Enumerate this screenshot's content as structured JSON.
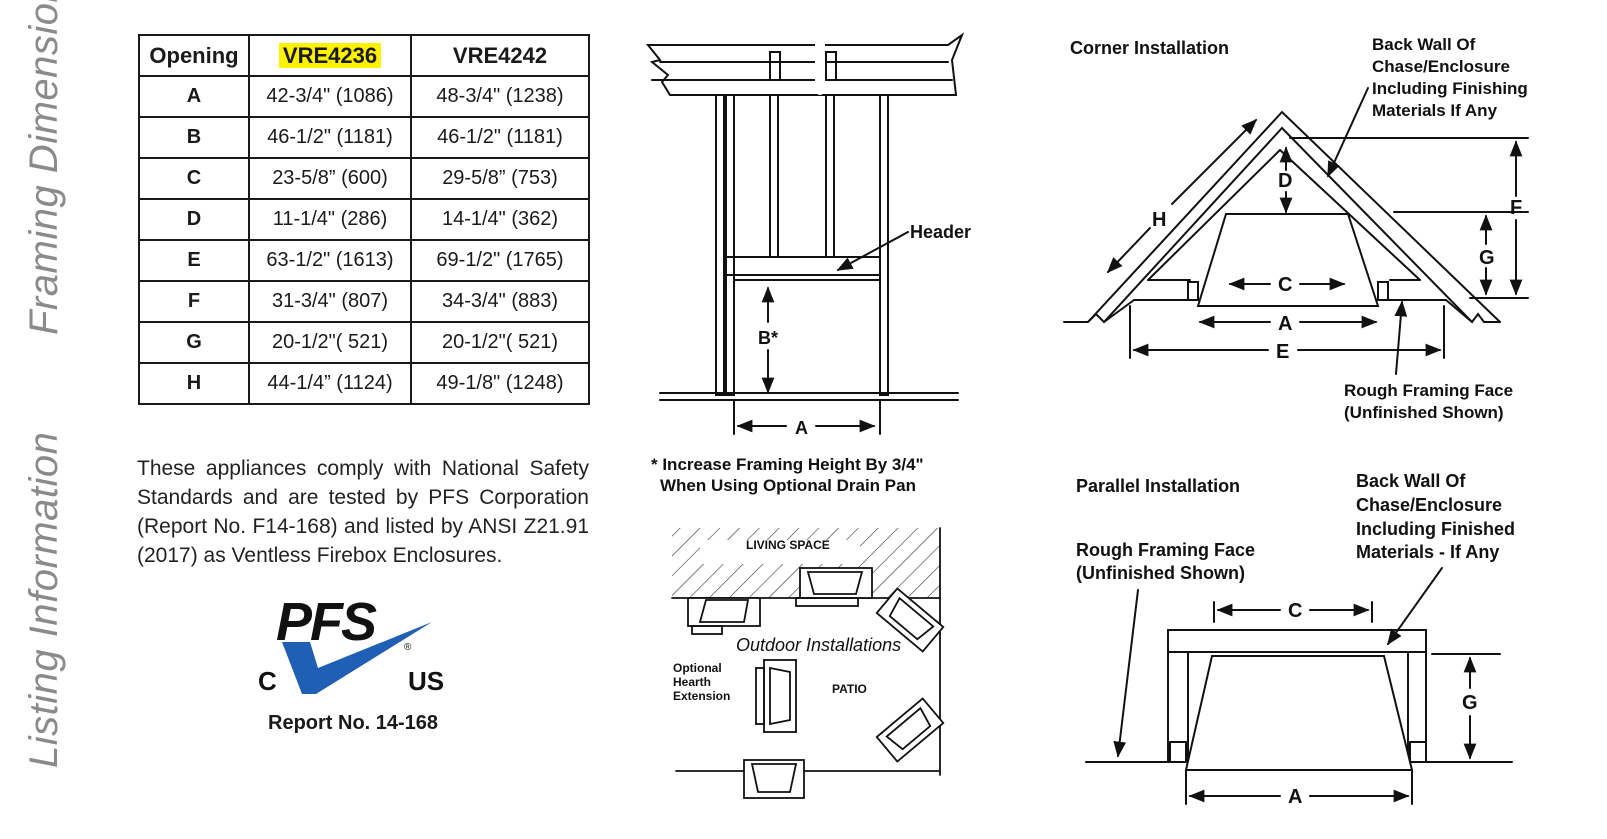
{
  "side_titles": {
    "framing": "Framing Dimensions",
    "listing": "Listing Information"
  },
  "table": {
    "headers": [
      "Opening",
      "VRE4236",
      "VRE4242"
    ],
    "rows": [
      [
        "A",
        "42-3/4\" (1086)",
        "48-3/4\" (1238)"
      ],
      [
        "B",
        "46-1/2\" (1181)",
        "46-1/2\" (1181)"
      ],
      [
        "C",
        "23-5/8” (600)",
        "29-5/8” (753)"
      ],
      [
        "D",
        "11-1/4\" (286)",
        "14-1/4\" (362)"
      ],
      [
        "E",
        "63-1/2\" (1613)",
        "69-1/2\" (1765)"
      ],
      [
        "F",
        "31-3/4\" (807)",
        "34-3/4\" (883)"
      ],
      [
        "G",
        "20-1/2\"( 521)",
        "20-1/2\"( 521)"
      ],
      [
        "H",
        "44-1/4” (1124)",
        "49-1/8\" (1248)"
      ]
    ],
    "highlight_color": "#fff200"
  },
  "listing_text": "These appliances comply with National Safety Standards and are tested by PFS Corporation (Report No. F14-168) and listed by ANSI Z21.91 (2017) as Ventless Firebox Enclosures.",
  "logo": {
    "brand": "PFS",
    "left": "C",
    "right": "US",
    "registered": "®",
    "check_color": "#1f5fb4"
  },
  "report": "Report No. 14-168",
  "framing_diagram": {
    "header": "Header",
    "b": "B*",
    "a": "A",
    "note1": "* Increase Framing Height By 3/4\"",
    "note2": "When Using Optional Drain Pan"
  },
  "outdoor": {
    "living_space": "LIVING SPACE",
    "title": "Outdoor Installations",
    "hearth1": "Optional",
    "hearth2": "Hearth",
    "hearth3": "Extension",
    "patio": "PATIO"
  },
  "corner": {
    "title": "Corner Installation",
    "back_wall": [
      "Back Wall Of",
      "Chase/Enclosure",
      "Including Finishing",
      "Materials If Any"
    ],
    "rough": [
      "Rough Framing Face",
      "(Unfinished Shown)"
    ],
    "d": "D",
    "h": "H",
    "c": "C",
    "a": "A",
    "e": "E",
    "f": "F",
    "g": "G"
  },
  "parallel": {
    "title": "Parallel Installation",
    "back_wall": [
      "Back Wall Of",
      "Chase/Enclosure",
      "Including Finished",
      "Materials - If Any"
    ],
    "rough": [
      "Rough Framing Face",
      "(Unfinished Shown)"
    ],
    "c": "C",
    "g": "G",
    "a": "A"
  }
}
